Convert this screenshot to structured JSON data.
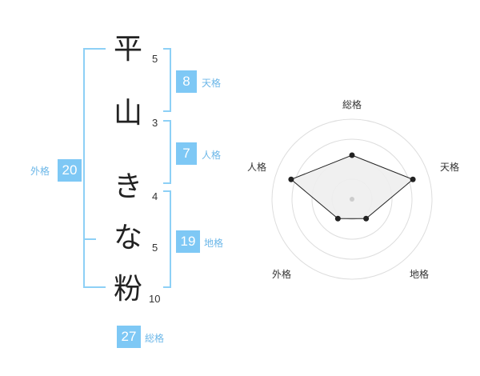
{
  "name": {
    "chars": [
      {
        "char": "平",
        "strokes": "5"
      },
      {
        "char": "山",
        "strokes": "3"
      },
      {
        "char": "き",
        "strokes": "4"
      },
      {
        "char": "な",
        "strokes": "5"
      },
      {
        "char": "粉",
        "strokes": "10"
      }
    ]
  },
  "kakusu": {
    "tenkaku": {
      "value": "8",
      "label": "天格"
    },
    "jinkaku": {
      "value": "7",
      "label": "人格"
    },
    "chikaku": {
      "value": "19",
      "label": "地格"
    },
    "gaikaku": {
      "value": "20",
      "label": "外格"
    },
    "soukaku": {
      "value": "27",
      "label": "総格"
    }
  },
  "colors": {
    "accent": "#7ec8f5",
    "bracket": "#8dd0f6",
    "label": "#6cb7e8",
    "radar_fill": "#eeeeee",
    "radar_stroke": "#222222",
    "ring": "#dddddd"
  },
  "chart_data": {
    "type": "radar",
    "axes": [
      "総格",
      "天格",
      "地格",
      "外格",
      "人格"
    ],
    "values": [
      0.55,
      0.8,
      0.3,
      0.3,
      0.8
    ],
    "range": [
      0,
      1
    ],
    "rings": 4
  }
}
